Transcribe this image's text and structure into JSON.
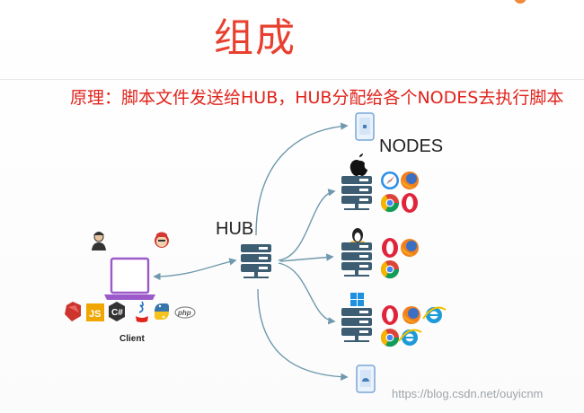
{
  "slide": {
    "title": "组成",
    "principle": "原理：脚本文件发送给HUB，HUB分配给各个NODES去执行脚本",
    "watermark": "https://blog.csdn.net/ouyicnm"
  },
  "diagram": {
    "hub_label": "HUB",
    "nodes_label": "NODES",
    "client_label": "Client",
    "client_languages": [
      "ruby-icon",
      "javascript-icon",
      "csharp-icon",
      "java-icon",
      "python-icon",
      "php-icon"
    ],
    "client_language_texts": {
      "javascript": "JS",
      "csharp": "C#",
      "php": "php"
    },
    "client_users": [
      "user-icon",
      "jenkins-icon"
    ],
    "nodes": [
      {
        "kind": "ios-device",
        "os_icon": "ios-phone-icon",
        "browsers": []
      },
      {
        "kind": "mac-server",
        "os_icon": "apple-icon",
        "browsers": [
          "safari-icon",
          "firefox-icon",
          "chrome-icon",
          "opera-icon"
        ]
      },
      {
        "kind": "linux-server",
        "os_icon": "linux-icon",
        "browsers": [
          "opera-icon",
          "firefox-icon",
          "chrome-icon"
        ]
      },
      {
        "kind": "windows-server",
        "os_icon": "windows-icon",
        "browsers": [
          "opera-icon",
          "firefox-icon",
          "ie-icon",
          "chrome-icon",
          "ie-icon"
        ]
      },
      {
        "kind": "android-device",
        "os_icon": "android-phone-icon",
        "browsers": []
      }
    ],
    "colors": {
      "title": "#e8402f",
      "principle": "#e0231b",
      "arrow": "#6f99ad",
      "server": "#3d5d73",
      "laptop": "#9b59c9"
    }
  }
}
